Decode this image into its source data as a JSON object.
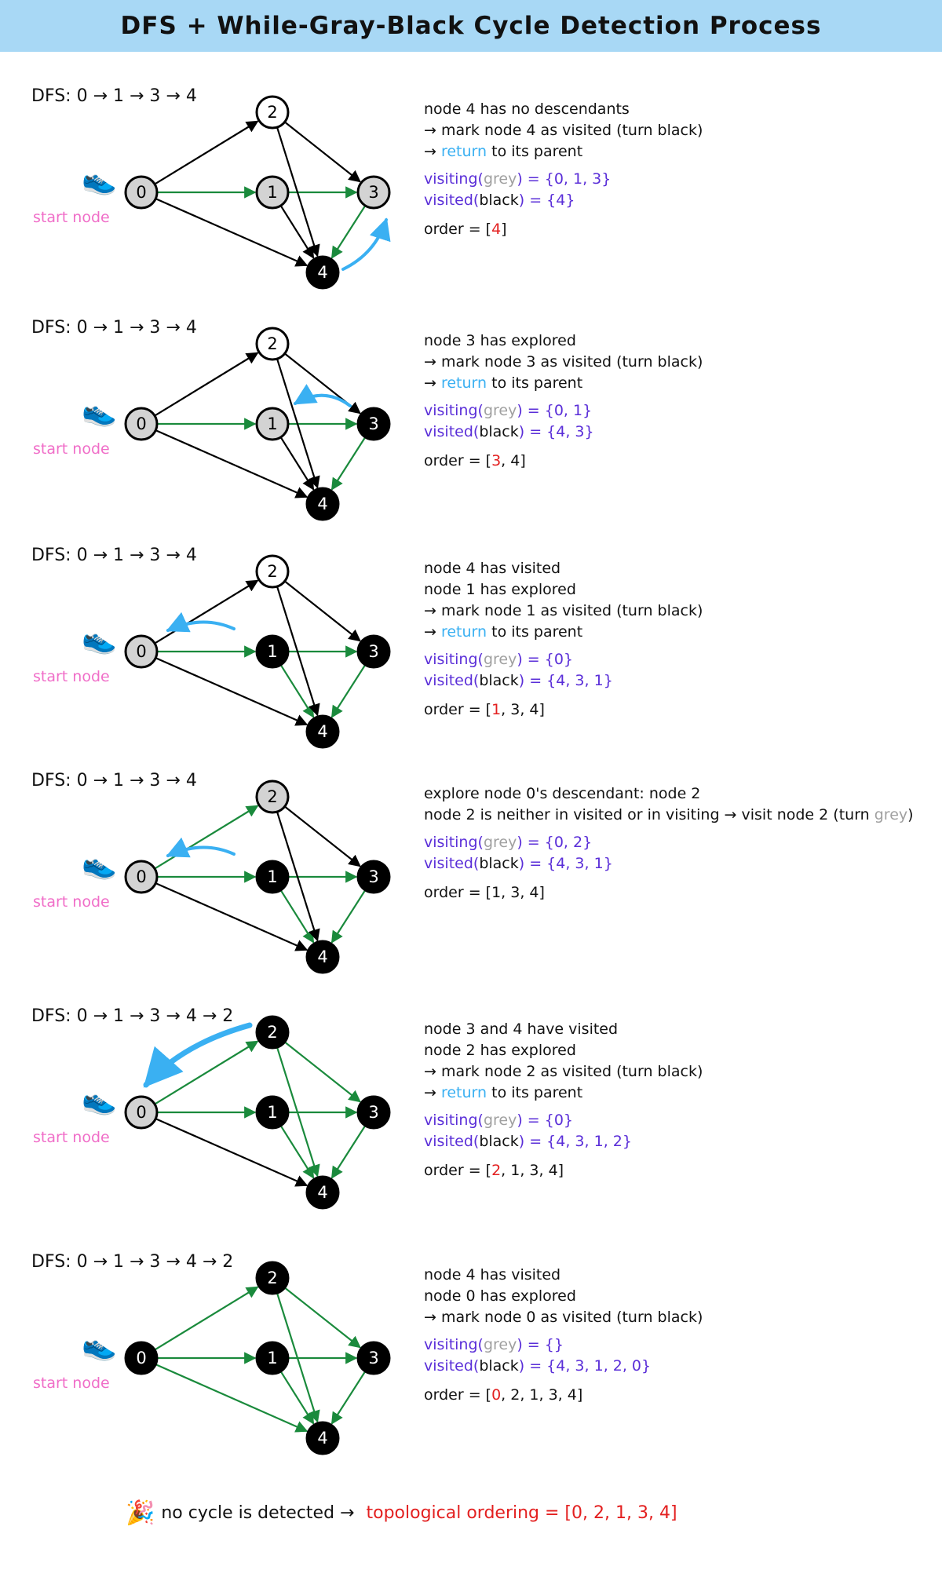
{
  "title": "DFS + While-Gray-Black Cycle Detection Process",
  "colors": {
    "header_bg": "#a8d8f5",
    "grey_node": "#d3d3d3",
    "black_node": "#000000",
    "green_edge": "#1a8a3c",
    "black_edge": "#000000",
    "return_arrow": "#3ab0f2",
    "start_label": "#f06ec8",
    "state_text": "#5a2ed8",
    "highlight": "#e32020"
  },
  "start_label": "start node",
  "shoe_icon": "sneakers-icon",
  "panels": [
    {
      "dfs": "DFS: 0 → 1 → 3 → 4",
      "nodes": {
        "0": "grey",
        "1": "grey",
        "2": "white",
        "3": "grey",
        "4": "black"
      },
      "green_edges": [
        "0-1",
        "1-3",
        "3-4"
      ],
      "return_arrow": "4-3",
      "lines": [
        [
          {
            "t": "node 4 has no descendants"
          }
        ],
        [
          {
            "t": "→ mark node 4 as visited (turn black)"
          }
        ],
        [
          {
            "t": "→ "
          },
          {
            "t": "return",
            "c": "blue"
          },
          {
            "t": " to its parent"
          }
        ]
      ],
      "visiting": [
        {
          "t": "visiting(",
          "c": "purple"
        },
        {
          "t": "grey",
          "c": "grey"
        },
        {
          "t": ") = {0, 1, 3}",
          "c": "purple"
        }
      ],
      "visited": [
        {
          "t": "visited(",
          "c": "purple"
        },
        {
          "t": "black",
          "c": "black"
        },
        {
          "t": ") = {4}",
          "c": "purple"
        }
      ],
      "order": [
        {
          "t": "order = ["
        },
        {
          "t": "4",
          "c": "red"
        },
        {
          "t": "]"
        }
      ]
    },
    {
      "dfs": "DFS: 0 → 1 → 3 → 4",
      "nodes": {
        "0": "grey",
        "1": "grey",
        "2": "white",
        "3": "black",
        "4": "black"
      },
      "green_edges": [
        "0-1",
        "1-3",
        "3-4"
      ],
      "return_arrow": "3-1",
      "lines": [
        [
          {
            "t": "node 3 has explored"
          }
        ],
        [
          {
            "t": "→ mark node 3 as visited (turn black)"
          }
        ],
        [
          {
            "t": "→ "
          },
          {
            "t": "return",
            "c": "blue"
          },
          {
            "t": " to its parent"
          }
        ]
      ],
      "visiting": [
        {
          "t": "visiting(",
          "c": "purple"
        },
        {
          "t": "grey",
          "c": "grey"
        },
        {
          "t": ") = {0, 1}",
          "c": "purple"
        }
      ],
      "visited": [
        {
          "t": "visited(",
          "c": "purple"
        },
        {
          "t": "black",
          "c": "black"
        },
        {
          "t": ") = {4, 3}",
          "c": "purple"
        }
      ],
      "order": [
        {
          "t": "order = ["
        },
        {
          "t": "3",
          "c": "red"
        },
        {
          "t": ", 4]"
        }
      ]
    },
    {
      "dfs": "DFS: 0 → 1 → 3 → 4",
      "nodes": {
        "0": "grey",
        "1": "black",
        "2": "white",
        "3": "black",
        "4": "black"
      },
      "green_edges": [
        "0-1",
        "1-3",
        "3-4",
        "1-4"
      ],
      "return_arrow": "1-0",
      "lines": [
        [
          {
            "t": "node 4 has visited"
          }
        ],
        [
          {
            "t": "node 1 has explored"
          }
        ],
        [
          {
            "t": "→ mark node 1 as visited (turn black)"
          }
        ],
        [
          {
            "t": "→ "
          },
          {
            "t": "return",
            "c": "blue"
          },
          {
            "t": " to its parent"
          }
        ]
      ],
      "visiting": [
        {
          "t": "visiting(",
          "c": "purple"
        },
        {
          "t": "grey",
          "c": "grey"
        },
        {
          "t": ") = {0}",
          "c": "purple"
        }
      ],
      "visited": [
        {
          "t": "visited(",
          "c": "purple"
        },
        {
          "t": "black",
          "c": "black"
        },
        {
          "t": ") = {4, 3, 1}",
          "c": "purple"
        }
      ],
      "order": [
        {
          "t": "order = ["
        },
        {
          "t": "1",
          "c": "red"
        },
        {
          "t": ", 3, 4]"
        }
      ]
    },
    {
      "dfs": "DFS: 0 → 1 → 3 → 4",
      "nodes": {
        "0": "grey",
        "1": "black",
        "2": "grey",
        "3": "black",
        "4": "black"
      },
      "green_edges": [
        "0-1",
        "1-3",
        "3-4",
        "1-4",
        "0-2"
      ],
      "return_arrow": "1-0",
      "lines": [
        [
          {
            "t": "explore node 0's descendant: node 2"
          }
        ],
        [
          {
            "t": "node 2 is neither in visited or in visiting → visit node 2 (turn "
          },
          {
            "t": "grey",
            "c": "grey"
          },
          {
            "t": ")"
          }
        ]
      ],
      "visiting": [
        {
          "t": "visiting(",
          "c": "purple"
        },
        {
          "t": "grey",
          "c": "grey"
        },
        {
          "t": ") = {0, 2}",
          "c": "purple"
        }
      ],
      "visited": [
        {
          "t": "visited(",
          "c": "purple"
        },
        {
          "t": "black",
          "c": "black"
        },
        {
          "t": ") = {4, 3, 1}",
          "c": "purple"
        }
      ],
      "order": [
        {
          "t": "order = [1, 3, 4]"
        }
      ]
    },
    {
      "dfs": "DFS: 0 → 1 → 3 → 4 → 2",
      "nodes": {
        "0": "grey",
        "1": "black",
        "2": "black",
        "3": "black",
        "4": "black"
      },
      "green_edges": [
        "0-1",
        "1-3",
        "3-4",
        "1-4",
        "0-2",
        "2-3",
        "2-4"
      ],
      "return_arrow": "2-0",
      "lines": [
        [
          {
            "t": "node 3 and 4 have visited"
          }
        ],
        [
          {
            "t": "node 2 has explored"
          }
        ],
        [
          {
            "t": "→ mark node 2 as visited (turn black)"
          }
        ],
        [
          {
            "t": "→ "
          },
          {
            "t": "return",
            "c": "blue"
          },
          {
            "t": " to its parent"
          }
        ]
      ],
      "visiting": [
        {
          "t": "visiting(",
          "c": "purple"
        },
        {
          "t": "grey",
          "c": "grey"
        },
        {
          "t": ") = {0}",
          "c": "purple"
        }
      ],
      "visited": [
        {
          "t": "visited(",
          "c": "purple"
        },
        {
          "t": "black",
          "c": "black"
        },
        {
          "t": ") = {4, 3, 1, 2}",
          "c": "purple"
        }
      ],
      "order": [
        {
          "t": "order = ["
        },
        {
          "t": "2",
          "c": "red"
        },
        {
          "t": ", 1, 3, 4]"
        }
      ]
    },
    {
      "dfs": "DFS: 0 → 1 → 3 → 4 → 2",
      "nodes": {
        "0": "black",
        "1": "black",
        "2": "black",
        "3": "black",
        "4": "black"
      },
      "green_edges": [
        "0-1",
        "1-3",
        "3-4",
        "1-4",
        "0-2",
        "2-3",
        "2-4",
        "0-4"
      ],
      "return_arrow": "",
      "lines": [
        [
          {
            "t": "node 4 has visited"
          }
        ],
        [
          {
            "t": "node 0 has explored"
          }
        ],
        [
          {
            "t": "→ mark node 0 as visited (turn black)"
          }
        ]
      ],
      "visiting": [
        {
          "t": "visiting(",
          "c": "purple"
        },
        {
          "t": "grey",
          "c": "grey"
        },
        {
          "t": ") = {}",
          "c": "purple"
        }
      ],
      "visited": [
        {
          "t": "visited(",
          "c": "purple"
        },
        {
          "t": "black",
          "c": "black"
        },
        {
          "t": ") = {4, 3, 1, 2, 0}",
          "c": "purple"
        }
      ],
      "order": [
        {
          "t": "order = ["
        },
        {
          "t": "0",
          "c": "red"
        },
        {
          "t": ", 2, 1, 3, 4]"
        }
      ]
    }
  ],
  "footer": {
    "icon": "party-popper-icon",
    "text": "no cycle is detected → ",
    "topo": "topological ordering = [0, 2, 1, 3, 4]"
  }
}
